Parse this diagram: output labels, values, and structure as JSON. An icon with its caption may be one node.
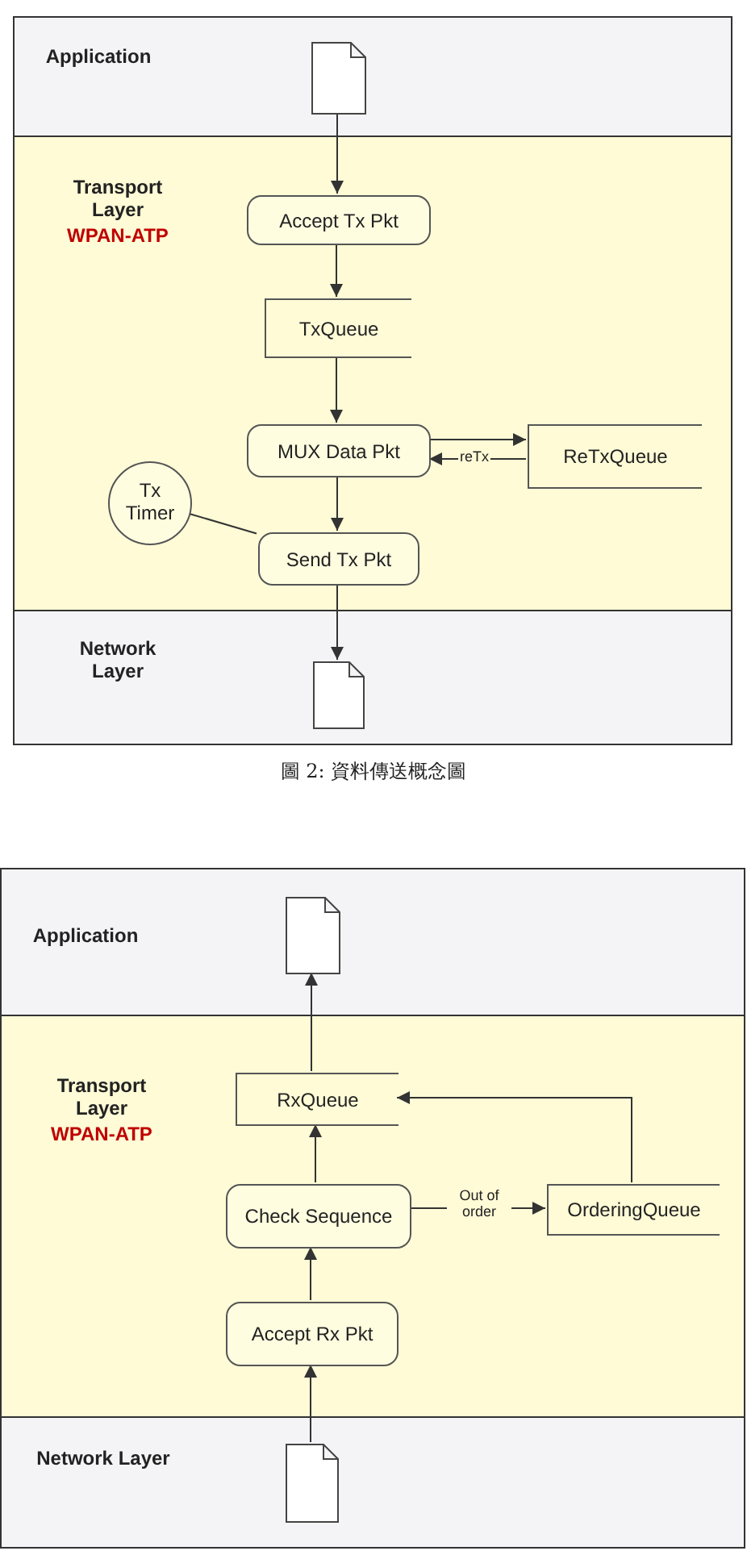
{
  "diagram": {
    "caption": "圖 2: 資料傳送概念圖",
    "nodes": [
      {
        "text": [
          "Application"
        ]
      },
      {
        "text": [],
        "shape": "document",
        "in": 0
      },
      {
        "text": [
          "Transport Layer",
          "WPAN-ATP"
        ]
      },
      {
        "text": [
          "Accept Tx Pkt"
        ],
        "in": 2
      },
      {
        "text": [
          "TxQueue"
        ],
        "in": 2
      },
      {
        "text": [
          "MUX Data Pkt"
        ],
        "in": 2
      },
      {
        "text": [
          "ReTxQueue"
        ],
        "in": 2
      },
      {
        "text": [
          "Tx Timer"
        ],
        "in": 2
      },
      {
        "text": [
          "Send Tx Pkt"
        ],
        "in": 2
      },
      {
        "text": [
          "Network Layer"
        ]
      },
      {
        "text": [],
        "shape": "document",
        "in": 9
      },
      {
        "text": [
          "Application"
        ]
      },
      {
        "text": [],
        "shape": "document",
        "in": 11
      },
      {
        "text": [
          "Transport Layer",
          "WPAN-ATP"
        ]
      },
      {
        "text": [
          "RxQueue"
        ],
        "in": 13
      },
      {
        "text": [
          "Check Sequence"
        ],
        "in": 13
      },
      {
        "text": [
          "OrderingQueue"
        ],
        "in": 13
      },
      {
        "text": [
          "Accept Rx Pkt"
        ],
        "in": 13
      },
      {
        "text": [
          "Network Layer"
        ]
      },
      {
        "text": [],
        "shape": "document",
        "in": 18
      }
    ],
    "edges": [
      {
        "from": 1,
        "to": 3,
        "arrow": "to"
      },
      {
        "from": 3,
        "to": 4,
        "arrow": "to"
      },
      {
        "from": 4,
        "to": 5,
        "arrow": "to"
      },
      {
        "from": 5,
        "to": 6,
        "arrow": "to"
      },
      {
        "from": 6,
        "to": 5,
        "arrow": "to",
        "label": "reTx"
      },
      {
        "from": 7,
        "to": 8,
        "arrow": "none"
      },
      {
        "from": 5,
        "to": 8,
        "arrow": "to"
      },
      {
        "from": 8,
        "to": 10,
        "arrow": "to"
      },
      {
        "from": 14,
        "to": 12,
        "arrow": "to"
      },
      {
        "from": 15,
        "to": 14,
        "arrow": "to"
      },
      {
        "from": 16,
        "to": 14,
        "arrow": "to"
      },
      {
        "from": 15,
        "to": 16,
        "arrow": "to",
        "label": "Out of order"
      },
      {
        "from": 17,
        "to": 15,
        "arrow": "to"
      },
      {
        "from": 19,
        "to": 17,
        "arrow": "to"
      }
    ]
  }
}
